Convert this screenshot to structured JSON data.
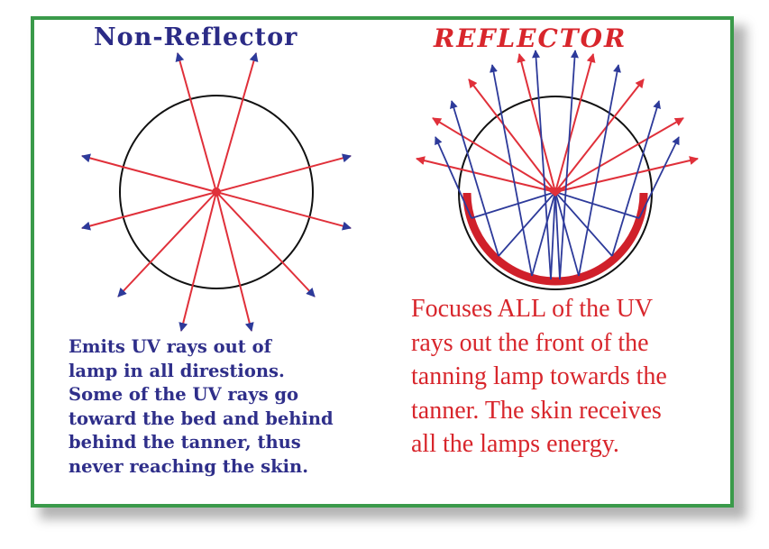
{
  "left_panel": {
    "title": "Non-Reflector",
    "caption_lines": [
      "Emits UV rays out of",
      "lamp in all direstions.",
      "Some of the UV rays go",
      "toward the bed and behind",
      "behind the tanner, thus",
      "never reaching the skin."
    ]
  },
  "right_panel": {
    "title": "REFLECTOR",
    "caption_lines": [
      "Focuses ALL of the UV",
      "rays out the front of the",
      "tanning lamp towards the",
      "tanner.  The skin receives",
      "all the lamps energy."
    ]
  },
  "colors": {
    "border": "#3a9a4a",
    "ray_red": "#e0303a",
    "ray_blue": "#2d3a9a",
    "circle": "#111111",
    "reflector": "#d0202a",
    "title_left": "#2b2b86",
    "title_right": "#d8262c"
  }
}
